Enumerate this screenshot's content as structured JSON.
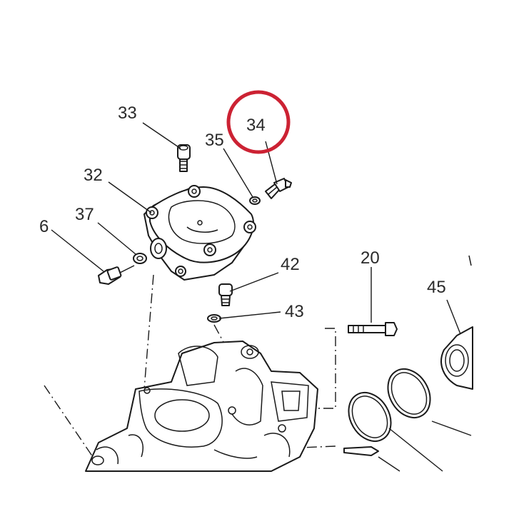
{
  "diagram": {
    "highlight_color": "#cc2233",
    "line_color": "#1a1a1a",
    "callouts": {
      "c33": "33",
      "c34": "34",
      "c35": "35",
      "c32": "32",
      "c37": "37",
      "c36_partial": "6",
      "c42": "42",
      "c20": "20",
      "c43": "43",
      "c45": "45"
    },
    "highlighted_callout": "34"
  }
}
